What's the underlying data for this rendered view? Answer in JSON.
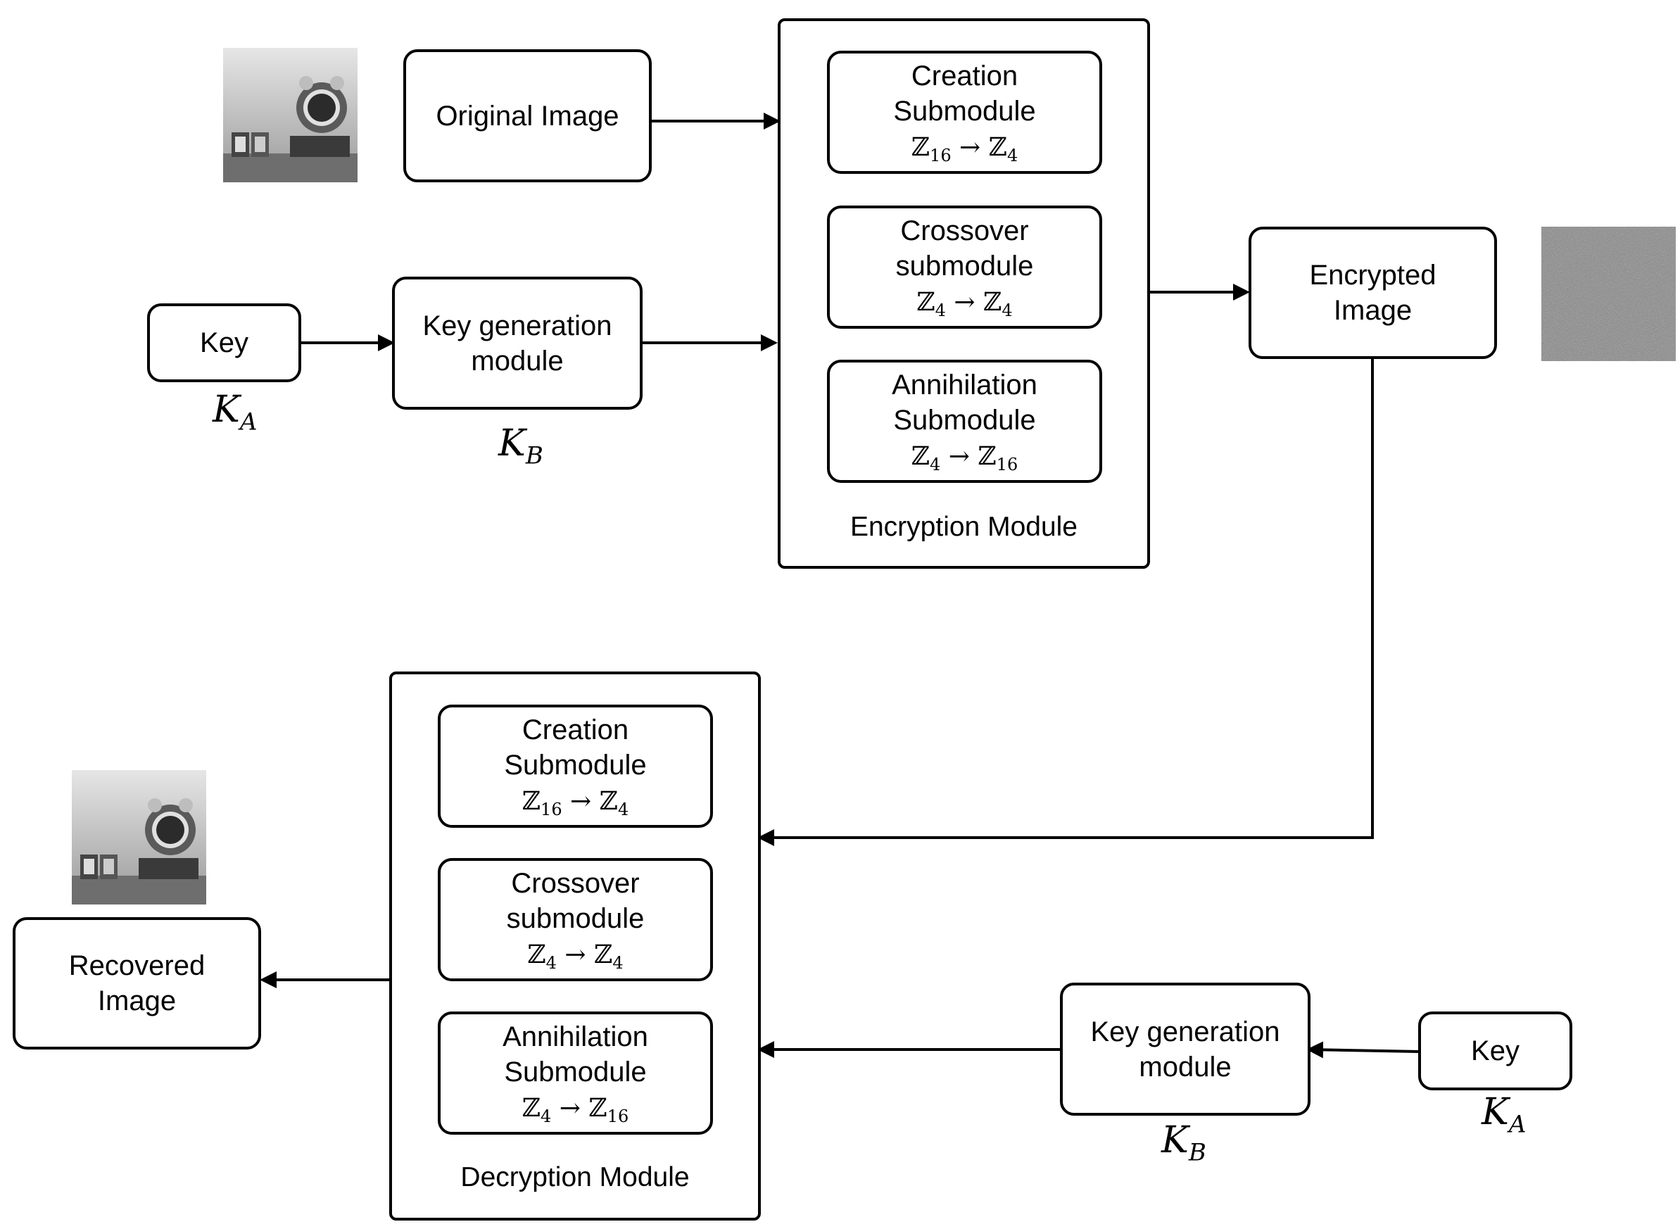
{
  "encryption": {
    "original_image": "Original Image",
    "key": "Key",
    "key_var": "K",
    "key_sub": "A",
    "keygen_line1": "Key generation",
    "keygen_line2": "module",
    "keygen_var": "K",
    "keygen_sub": "B",
    "module_label": "Encryption Module",
    "encrypted_line1": "Encrypted",
    "encrypted_line2": "Image",
    "submodules": [
      {
        "line1": "Creation",
        "line2": "Submodule",
        "from": "ℤ",
        "from_sub": "16",
        "arrow": "→",
        "to": "ℤ",
        "to_sub": "4"
      },
      {
        "line1": "Crossover",
        "line2": "submodule",
        "from": "ℤ",
        "from_sub": "4",
        "arrow": "→",
        "to": "ℤ",
        "to_sub": "4"
      },
      {
        "line1": "Annihilation",
        "line2": "Submodule",
        "from": "ℤ",
        "from_sub": "4",
        "arrow": "→",
        "to": "ℤ",
        "to_sub": "16"
      }
    ]
  },
  "decryption": {
    "module_label": "Decryption Module",
    "recovered_line1": "Recovered",
    "recovered_line2": "Image",
    "key": "Key",
    "key_var": "K",
    "key_sub": "A",
    "keygen_line1": "Key generation",
    "keygen_line2": "module",
    "keygen_var": "K",
    "keygen_sub": "B",
    "submodules": [
      {
        "line1": "Creation",
        "line2": "Submodule",
        "from": "ℤ",
        "from_sub": "16",
        "arrow": "→",
        "to": "ℤ",
        "to_sub": "4"
      },
      {
        "line1": "Crossover",
        "line2": "submodule",
        "from": "ℤ",
        "from_sub": "4",
        "arrow": "→",
        "to": "ℤ",
        "to_sub": "4"
      },
      {
        "line1": "Annihilation",
        "line2": "Submodule",
        "from": "ℤ",
        "from_sub": "4",
        "arrow": "→",
        "to": "ℤ",
        "to_sub": "16"
      }
    ]
  },
  "icons": {
    "original_photo": "clock-photo-icon",
    "noise_photo": "noise-image-icon",
    "recovered_photo": "clock-photo-icon"
  },
  "colors": {
    "stroke": "#000000",
    "background": "#ffffff"
  }
}
